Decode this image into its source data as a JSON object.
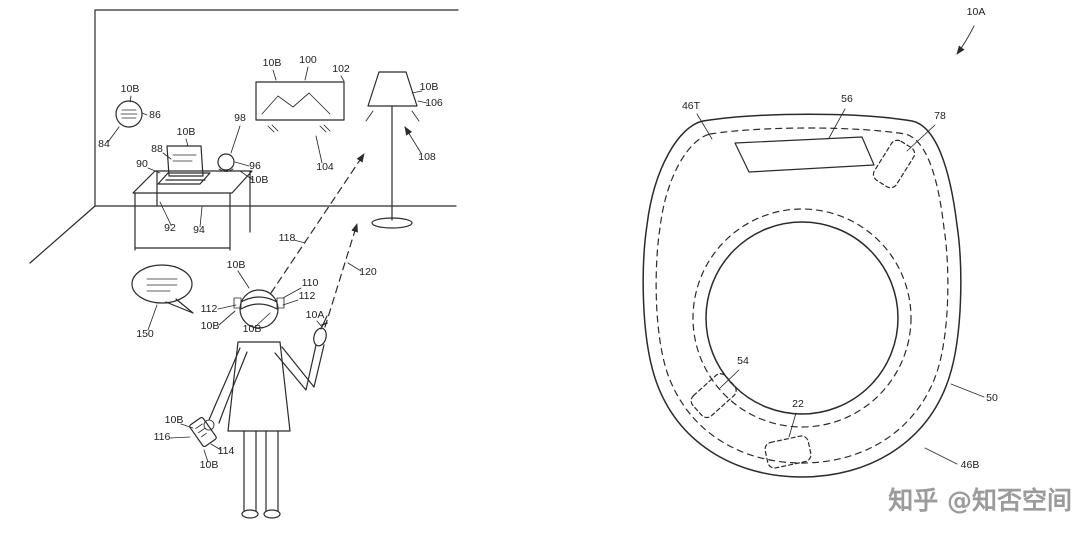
{
  "watermark": "知乎 @知否空间",
  "colors": {
    "line": "#2b2b2b",
    "label": "#1d1d1d",
    "watermark": "#9b9b9b",
    "background": "#ffffff"
  },
  "labels": {
    "ref_10A": "10A",
    "ref_10B": "10B",
    "ref_22": "22",
    "ref_46B": "46B",
    "ref_46T": "46T",
    "ref_50": "50",
    "ref_54": "54",
    "ref_56": "56",
    "ref_78": "78",
    "ref_84": "84",
    "ref_86": "86",
    "ref_88": "88",
    "ref_90": "90",
    "ref_92": "92",
    "ref_94": "94",
    "ref_96": "96",
    "ref_98": "98",
    "ref_100": "100",
    "ref_102": "102",
    "ref_104": "104",
    "ref_106": "106",
    "ref_108": "108",
    "ref_110": "110",
    "ref_112": "112",
    "ref_114": "114",
    "ref_116": "116",
    "ref_118": "118",
    "ref_120": "120",
    "ref_150": "150"
  }
}
